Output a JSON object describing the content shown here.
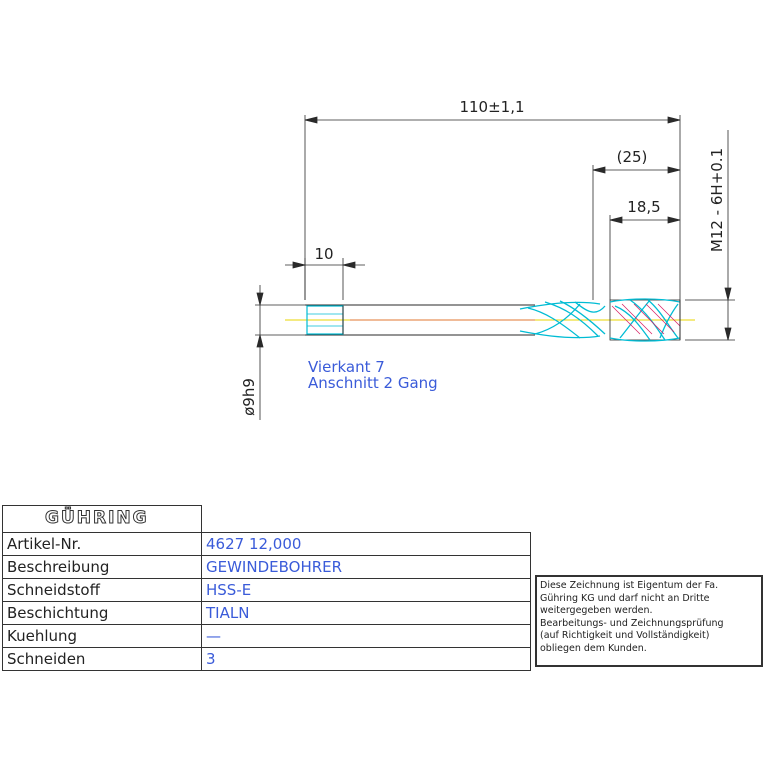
{
  "dimensions": {
    "total_length": "110±1,1",
    "thread_length": "(25)",
    "chamfer_length": "18,5",
    "square_length": "10",
    "thread_spec": "M12 - 6H+0.1",
    "shank_diameter": "ø9h9"
  },
  "notes": {
    "line1": "Vierkant 7",
    "line2": "Anschnitt 2 Gang"
  },
  "title_block": {
    "logo_text": "GÜHRING",
    "rows": [
      {
        "label": "Artikel-Nr.",
        "value": "4627 12,000"
      },
      {
        "label": "Beschreibung",
        "value": "GEWINDEBOHRER"
      },
      {
        "label": "Schneidstoff",
        "value": "HSS-E"
      },
      {
        "label": "Beschichtung",
        "value": "TIALN"
      },
      {
        "label": "Kuehlung",
        "value": "—"
      },
      {
        "label": "Schneiden",
        "value": "3"
      }
    ]
  },
  "disclaimer": {
    "l1": "Diese Zeichnung ist Eigentum der Fa.",
    "l2": "Gühring KG und darf nicht an Dritte",
    "l3": "weitergegeben werden.",
    "l4": "Bearbeitungs- und Zeichnungsprüfung",
    "l5": "(auf Richtigkeit und Vollständigkeit)",
    "l6": "obliegen dem Kunden."
  },
  "colors": {
    "outline": "#2a2a2a",
    "tool_body": "#00bcd4",
    "center_line": "#e8d400",
    "hatch": "#d81b60",
    "text_blue": "#3a5bd9"
  }
}
